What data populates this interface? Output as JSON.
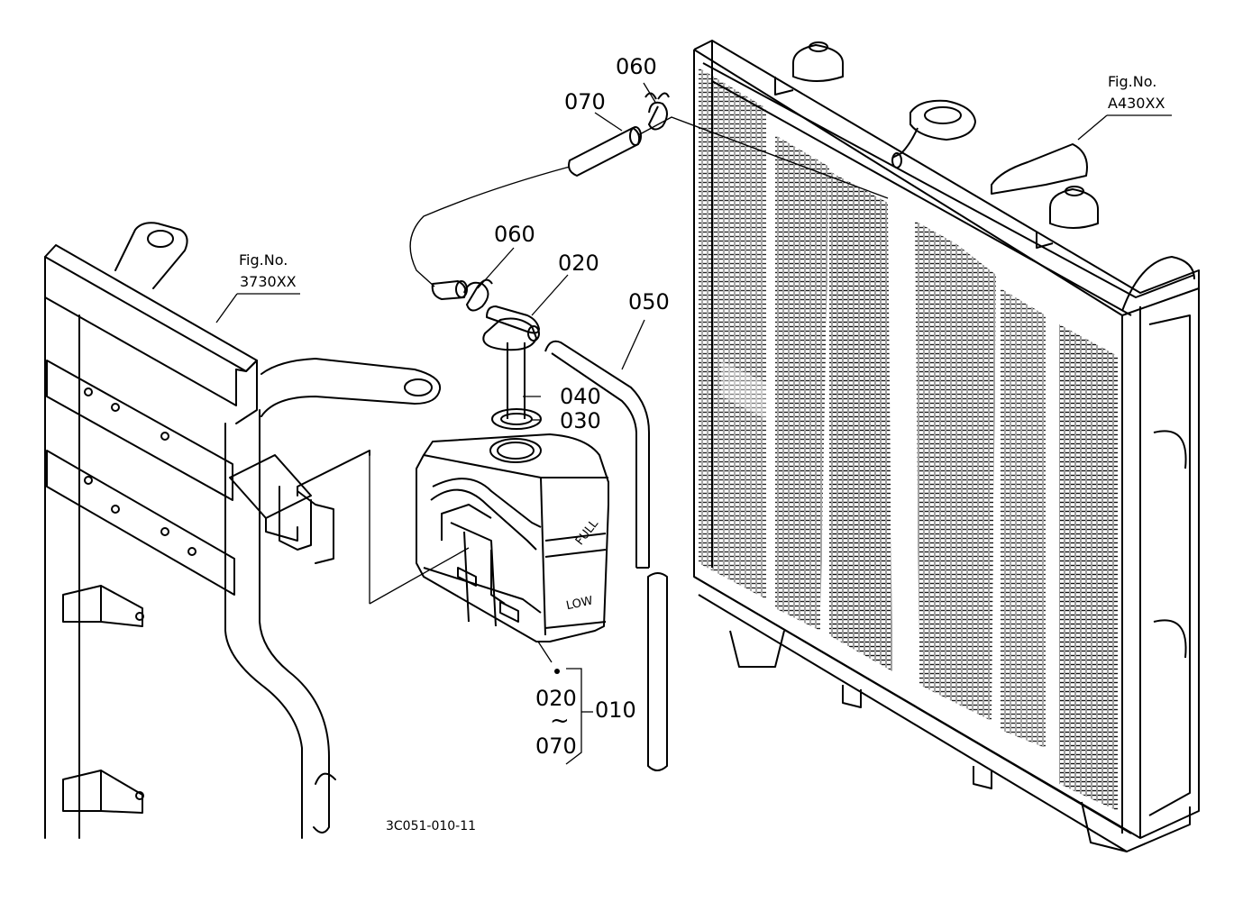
{
  "callouts": {
    "p060_top": "060",
    "p070": "070",
    "p060_mid": "060",
    "p020": "020",
    "p050": "050",
    "p040": "040",
    "p030": "030",
    "p010": "010",
    "range_from": "020",
    "range_sep": "~",
    "range_to": "070"
  },
  "references": {
    "left_fig_label": "Fig.No.",
    "left_fig_number": "3730XX",
    "right_fig_label": "Fig.No.",
    "right_fig_number": "A430XX"
  },
  "tank_marks": {
    "full": "FULL",
    "low": "LOW"
  },
  "drawing_code": "3C051-010-11"
}
